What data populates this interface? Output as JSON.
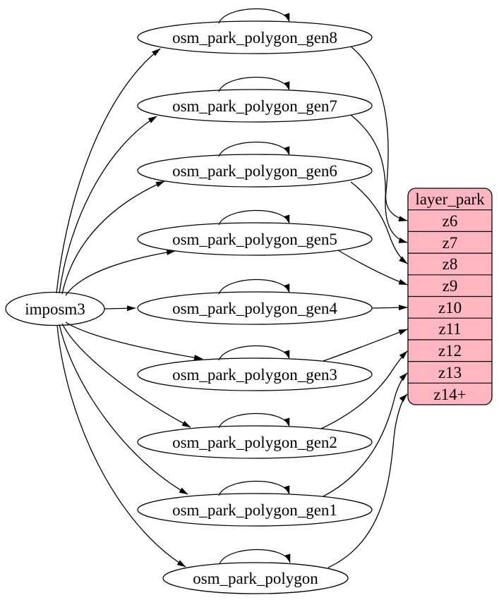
{
  "diagram": {
    "source_node": {
      "label": "imposm3"
    },
    "generalized_tables": [
      {
        "label": "osm_park_polygon_gen8",
        "feeds_zoom": "z6"
      },
      {
        "label": "osm_park_polygon_gen7",
        "feeds_zoom": "z7"
      },
      {
        "label": "osm_park_polygon_gen6",
        "feeds_zoom": "z8"
      },
      {
        "label": "osm_park_polygon_gen5",
        "feeds_zoom": "z9"
      },
      {
        "label": "osm_park_polygon_gen4",
        "feeds_zoom": "z10"
      },
      {
        "label": "osm_park_polygon_gen3",
        "feeds_zoom": "z11"
      },
      {
        "label": "osm_park_polygon_gen2",
        "feeds_zoom": "z12"
      },
      {
        "label": "osm_park_polygon_gen1",
        "feeds_zoom": "z13"
      },
      {
        "label": "osm_park_polygon",
        "feeds_zoom": "z14+"
      }
    ],
    "layer_node": {
      "title": "layer_park",
      "rows": [
        "z6",
        "z7",
        "z8",
        "z9",
        "z10",
        "z11",
        "z12",
        "z13",
        "z14+"
      ]
    },
    "colors": {
      "layer_fill": "#ffb6c1",
      "node_fill": "#ffffff",
      "edge_stroke": "#000000",
      "background": "#ffffff"
    }
  }
}
